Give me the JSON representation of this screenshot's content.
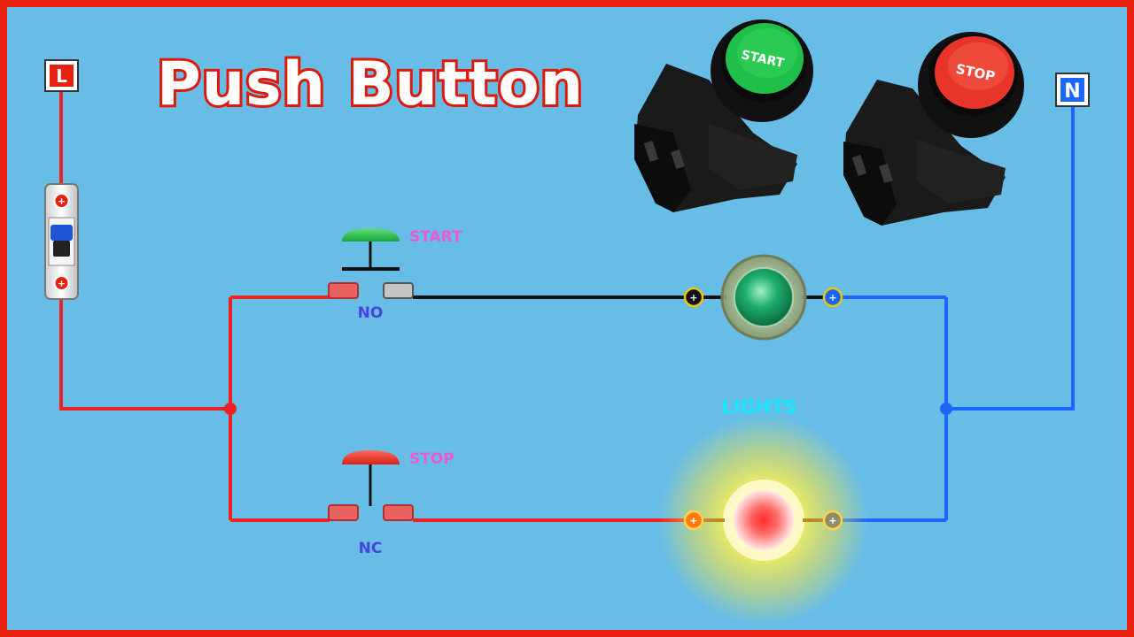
{
  "title": "Push Button",
  "terminals": {
    "line": "L",
    "neutral": "N"
  },
  "buttons": {
    "start": {
      "label": "START",
      "contact": "NO",
      "cap_label": "START"
    },
    "stop": {
      "label": "STOP",
      "contact": "NC",
      "cap_label": "STOP"
    }
  },
  "lights_label": "LIGHTS",
  "colors": {
    "background": "#68bde6",
    "border": "#e8200f",
    "live_wire": "#ee2222",
    "neutral_wire": "#1a66ff",
    "control_wire": "#111111",
    "start_green": "#1cb31c",
    "stop_red": "#ee1111",
    "label_pink": "#e85ad8",
    "label_blue": "#4545e0",
    "label_cyan": "#18e6ff"
  },
  "icons": [
    "breaker-icon",
    "start-pushbutton-photo",
    "stop-pushbutton-photo",
    "pilot-lamp-green-icon",
    "bulb-glow-icon"
  ]
}
